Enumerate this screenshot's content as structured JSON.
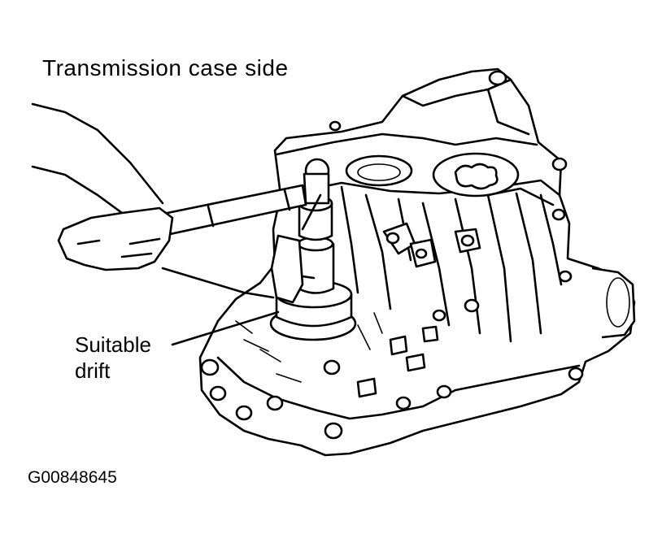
{
  "labels": {
    "title": "Transmission case side",
    "callout_line1": "Suitable",
    "callout_line2": "drift",
    "figure_id": "G00848645"
  },
  "colors": {
    "ink": "#000000",
    "paper": "#ffffff"
  }
}
